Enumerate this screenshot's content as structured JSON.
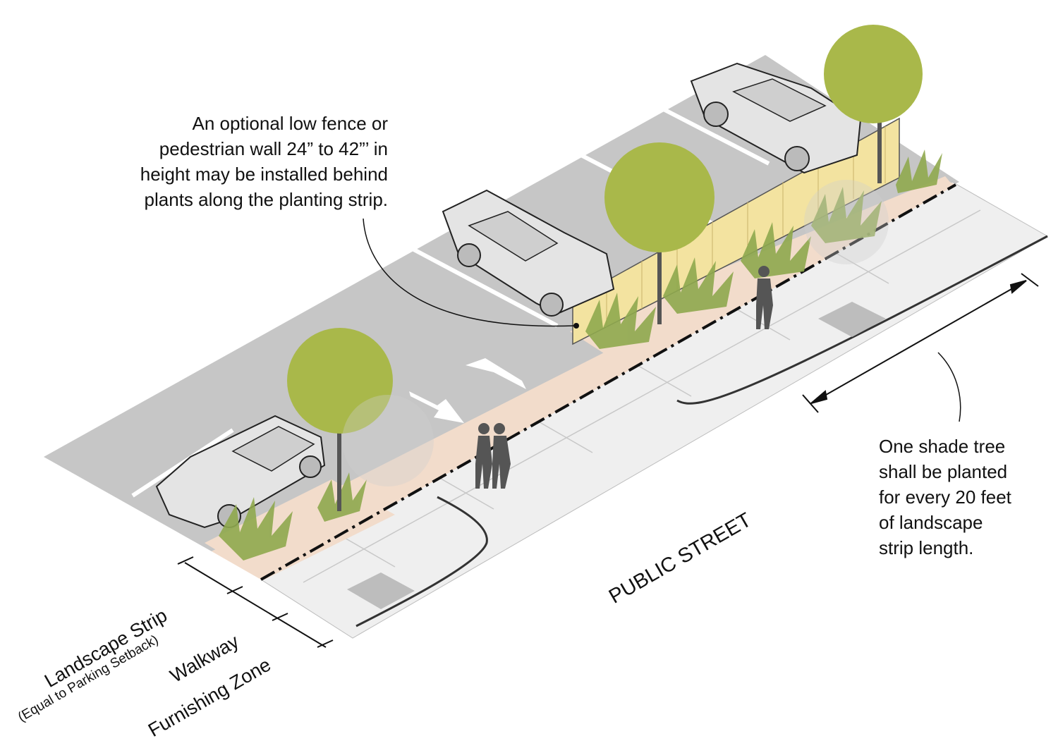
{
  "callouts": {
    "fence": [
      "An optional low fence or",
      "pedestrian wall 24” to 42”’ in",
      "height may be installed behind",
      "plants along the planting strip."
    ],
    "tree": [
      "One shade tree",
      "shall be planted",
      "for every 20 feet",
      "of landscape",
      "strip length."
    ]
  },
  "labels": {
    "street": "PUBLIC STREET",
    "landscape_strip": "Landscape Strip",
    "landscape_strip_note": "(Equal to Parking Setback)",
    "walkway": "Walkway",
    "furnishing_zone": "Furnishing Zone"
  },
  "colors": {
    "parking_lot": "#c6c6c6",
    "sidewalk": "#eeeeee",
    "planting_strip": "#f2dccb",
    "fence": "#f3e3a0",
    "tree_canopy": "#a9b84a",
    "plants": "#8fa94e",
    "people": "#555555",
    "cars": "#e2e2e2"
  }
}
